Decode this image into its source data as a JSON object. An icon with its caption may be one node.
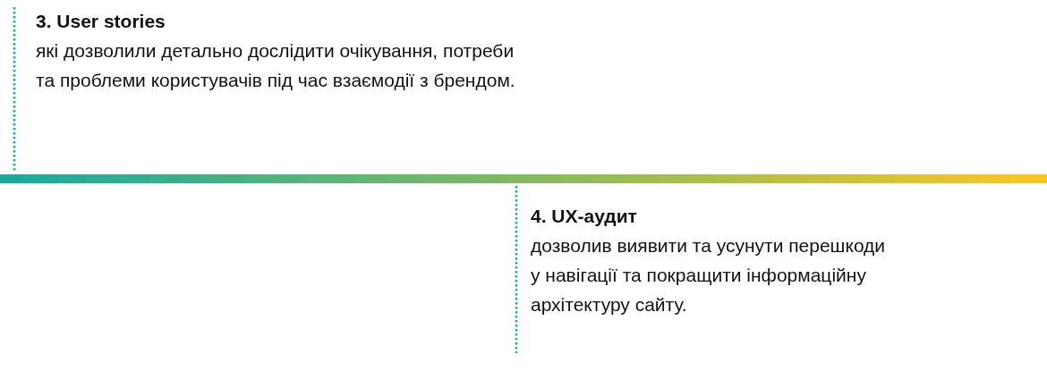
{
  "diagram": {
    "labels": [
      "3. User stories",
      "які дозволили детально дослідити очікування, потреби та проблеми користувачів під час взаємодії з брендом.",
      "4. UX-аудит",
      "дозволив виявити та усунути перешкоди у навігації та покращити інформаційну архітектуру сайту."
    ]
  }
}
